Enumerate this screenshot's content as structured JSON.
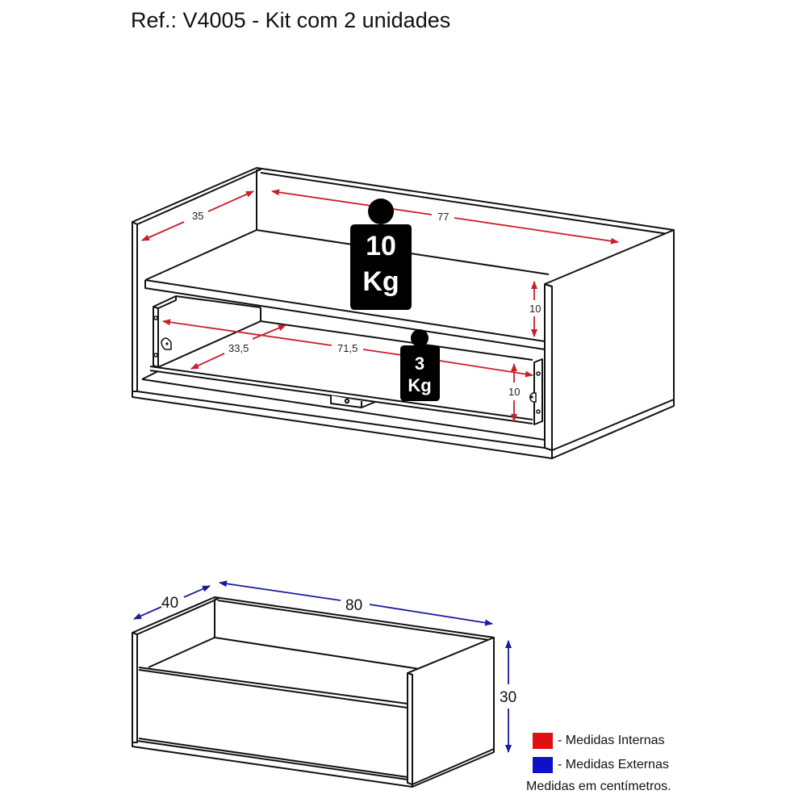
{
  "title": "Ref.: V4005 - Kit com 2 unidades",
  "colors": {
    "internal": "#e01010",
    "external": "#1010c8",
    "internal_arrow": "#c8202a",
    "external_arrow": "#1a1aa0",
    "line": "#111111",
    "weight_badge": "#000000"
  },
  "top_drawing": {
    "internal_dimensions": {
      "shelf_depth": "35",
      "shelf_width": "77",
      "shelf_clearance": "10",
      "drawer_depth": "33,5",
      "drawer_width": "71,5",
      "drawer_height": "10"
    },
    "weights": {
      "shelf": {
        "value": "10",
        "unit": "Kg"
      },
      "drawer": {
        "value": "3",
        "unit": "Kg"
      }
    }
  },
  "bottom_drawing": {
    "external_dimensions": {
      "depth": "40",
      "width": "80",
      "height": "30"
    }
  },
  "legend": {
    "items": [
      {
        "label": "- Medidas Internas",
        "color": "#e01010"
      },
      {
        "label": "- Medidas Externas",
        "color": "#1010c8"
      }
    ],
    "note": "Medidas em centímetros."
  }
}
